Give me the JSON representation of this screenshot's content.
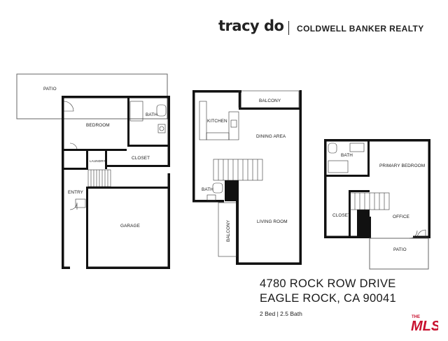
{
  "branding": {
    "agent": "tracy do",
    "brokerage": "COLDWELL BANKER REALTY"
  },
  "address": {
    "line1": "4780 ROCK ROW DRIVE",
    "line2": "EAGLE ROCK, CA 90041"
  },
  "summary": "2 Bed | 2.5 Bath",
  "logo": {
    "small_text": "THE",
    "main_text": "MLS",
    "mark": "™"
  },
  "rooms": {
    "lower": {
      "patio": "PATIO",
      "bedroom": "BEDROOM",
      "bath": "BATH",
      "laundry": "LAUNDRY",
      "closet": "CLOSET",
      "entry": "ENTRY",
      "garage": "GARAGE"
    },
    "main": {
      "kitchen": "KITCHEN",
      "balcony_top": "BALCONY",
      "dining": "DINING AREA",
      "bath": "BATH",
      "living": "LIVING ROOM",
      "balcony_side": "BALCONY"
    },
    "upper": {
      "bath": "BATH",
      "primary": "PRIMARY BEDROOM",
      "closet": "CLOSET",
      "office": "OFFICE",
      "patio": "PATIO"
    }
  }
}
